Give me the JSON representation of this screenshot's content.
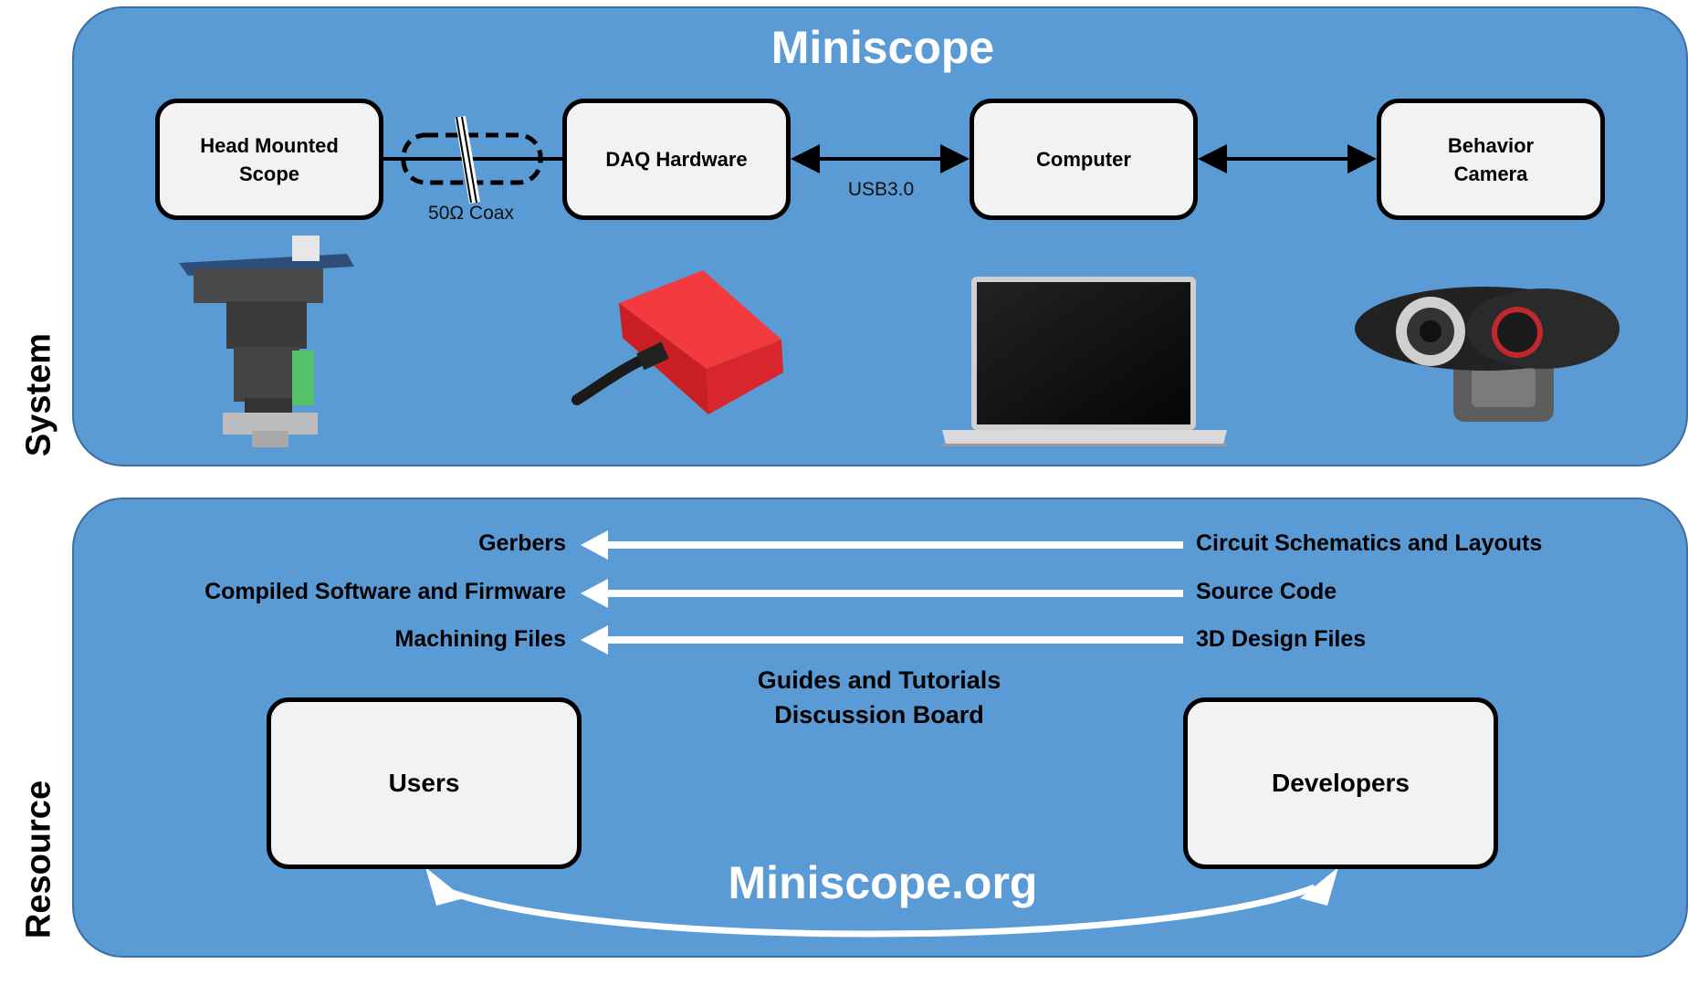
{
  "side_labels": {
    "system": "System",
    "resource": "Resource"
  },
  "system": {
    "title": "Miniscope",
    "boxes": {
      "scope": "Head Mounted\nScope",
      "daq": "DAQ Hardware",
      "computer": "Computer",
      "camera": "Behavior\nCamera"
    },
    "coax_label": "50Ω Coax",
    "usb_label": "USB3.0"
  },
  "resource": {
    "left_items": [
      "Gerbers",
      "Compiled Software and Firmware",
      "Machining Files"
    ],
    "right_items": [
      "Circuit Schematics and Layouts",
      "Source Code",
      "3D Design Files"
    ],
    "center_lines": [
      "Guides and Tutorials",
      "Discussion Board"
    ],
    "users": "Users",
    "developers": "Developers",
    "site": "Miniscope.org"
  },
  "colors": {
    "panel": "#5b9bd5",
    "box": "#f2f2f2",
    "daq_red": "#e8232b",
    "scope_green": "#55c26a"
  }
}
